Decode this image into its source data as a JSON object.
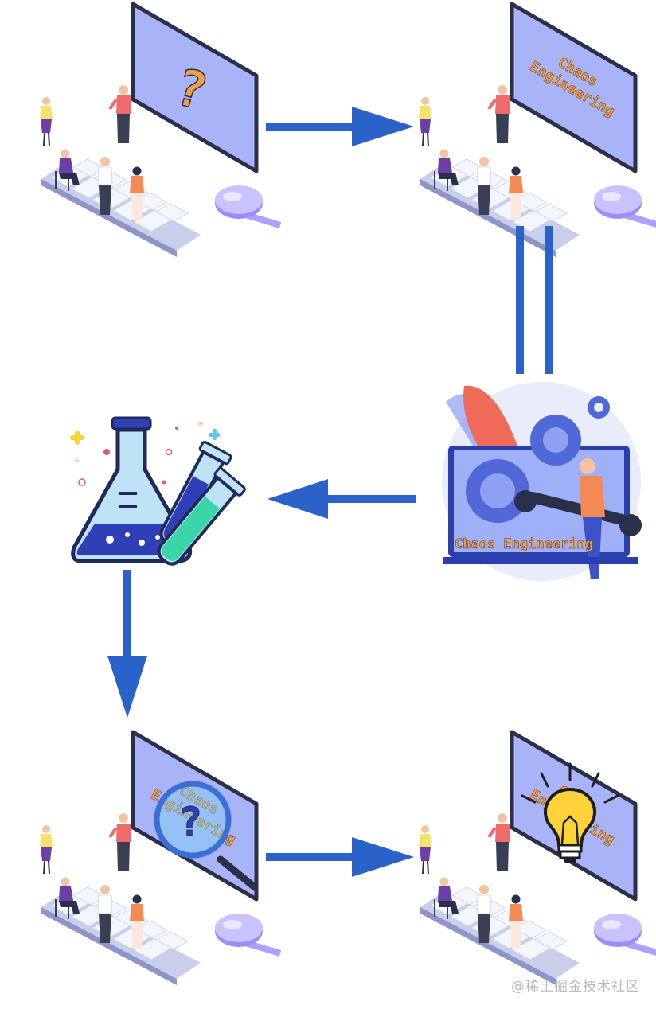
{
  "colors": {
    "arrow": "#2a62c9",
    "monitor_screen": "#a9b4f8",
    "monitor_frame": "#2a2f4a",
    "keyboard": "#e6e9f6",
    "chaos_text": "#f0a043",
    "magnifier": "#a9a2ff"
  },
  "icons": [
    "question-mark-icon",
    "magnifier-icon",
    "gear-icon",
    "wrench-icon",
    "flask-icon",
    "test-tube-icon",
    "light-bulb-icon"
  ],
  "panel_top_right": {
    "screen_text_line1": "Chaos",
    "screen_text_line2": "Engineering"
  },
  "panel_middle_right": {
    "banner": "Chaos Engineering"
  },
  "panel_bottom_left": {
    "screen_text_line1": "Chaos",
    "screen_text_line2": "Engineering"
  },
  "panel_bottom_right": {
    "screen_text_line1": "Chaos",
    "screen_text_line2": "Engineering"
  },
  "watermark": "@稀土掘金技术社区"
}
